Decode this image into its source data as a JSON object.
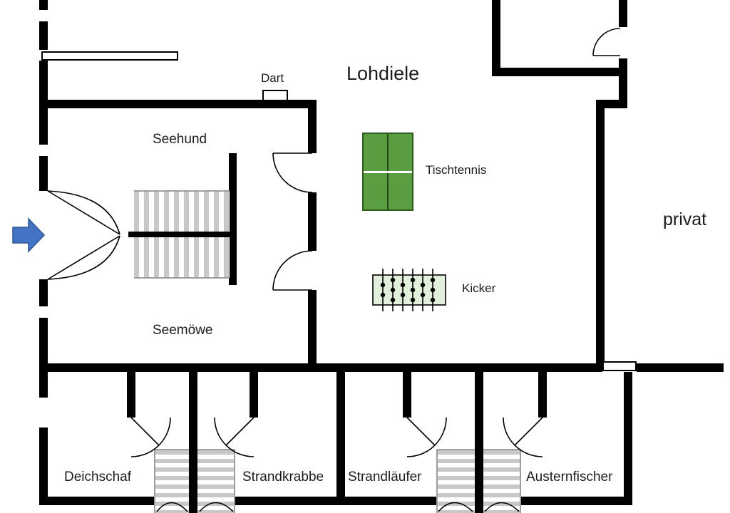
{
  "floorplan": {
    "labels": {
      "lohdiele": "Lohdiele",
      "dart": "Dart",
      "seehund": "Seehund",
      "seemoewe": "Seemöwe",
      "tischtennis": "Tischtennis",
      "kicker": "Kicker",
      "privat": "privat",
      "deichschaf": "Deichschaf",
      "strandkrabbe": "Strandkrabbe",
      "strandlaeufer": "Strandläufer",
      "austernfischer": "Austernfischer"
    },
    "colors": {
      "wall": "#000000",
      "table_tennis_green": "#5b9e41",
      "kicker_light_green": "#e2efda",
      "entrance_arrow_blue": "#4472c4",
      "stair_tread_gray": "#c8c8c8"
    }
  }
}
